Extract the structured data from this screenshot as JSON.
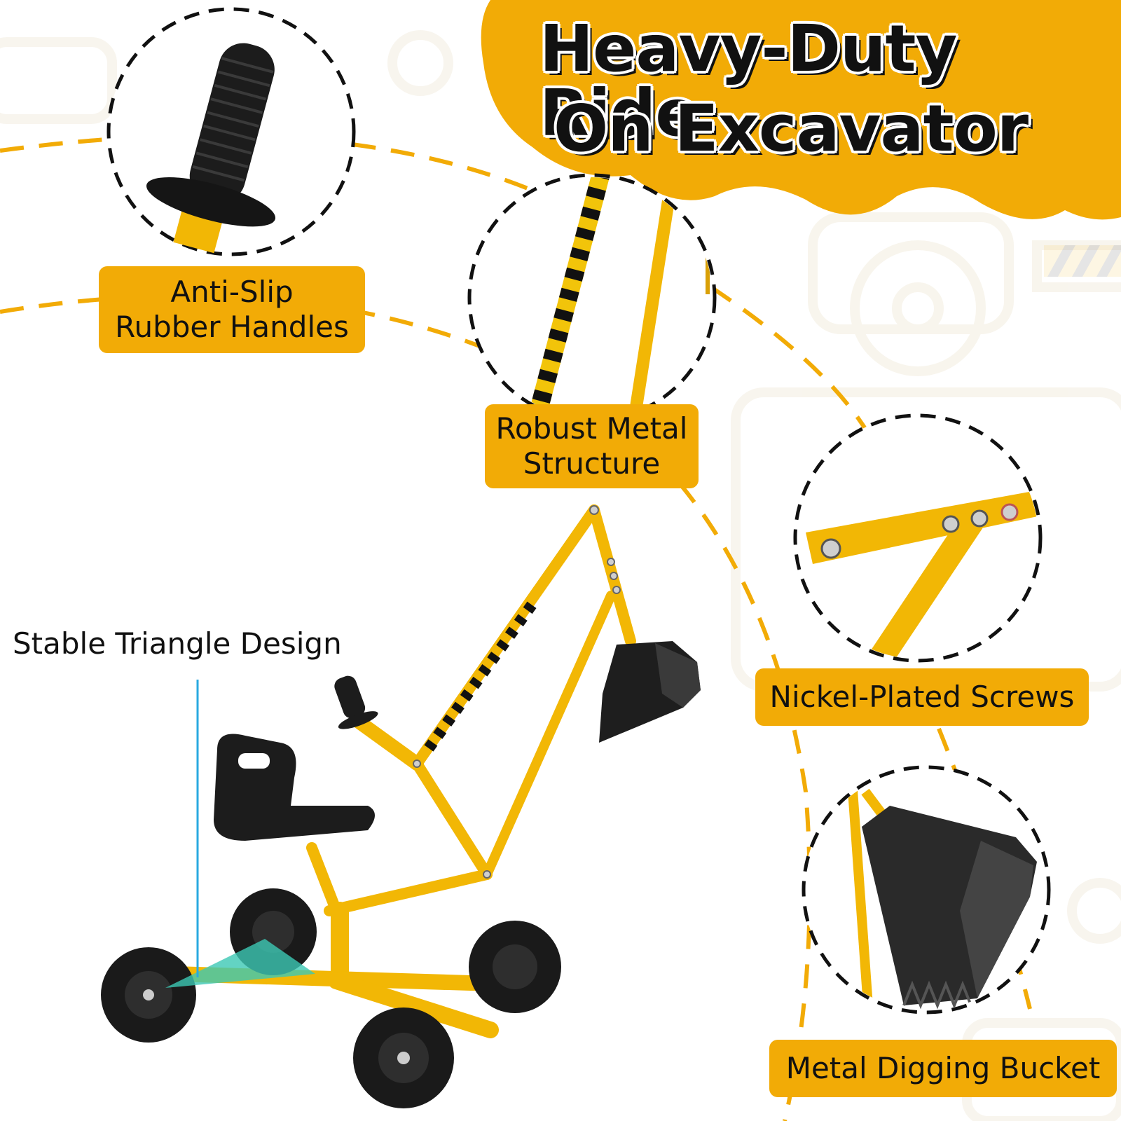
{
  "headline": {
    "line1": "Heavy-Duty Ride",
    "line2": "On Excavator"
  },
  "callouts": {
    "handles": {
      "line1": "Anti-Slip",
      "line2": "Rubber Handles",
      "icon": "rubber-grip-icon"
    },
    "structure": {
      "line1": "Robust Metal",
      "line2": "Structure",
      "icon": "metal-arm-icon"
    },
    "screws": {
      "line1": "Nickel-Plated Screws",
      "icon": "screws-icon"
    },
    "bucket": {
      "line1": "Metal Digging Bucket",
      "icon": "bucket-icon"
    }
  },
  "triangle_label": "Stable Triangle Design",
  "colors": {
    "accent": "#f2ab06",
    "text": "#111111",
    "triangle": "#3cc8b4",
    "triangle_line": "#29a9e0",
    "rubber": "#1a1a1a"
  }
}
